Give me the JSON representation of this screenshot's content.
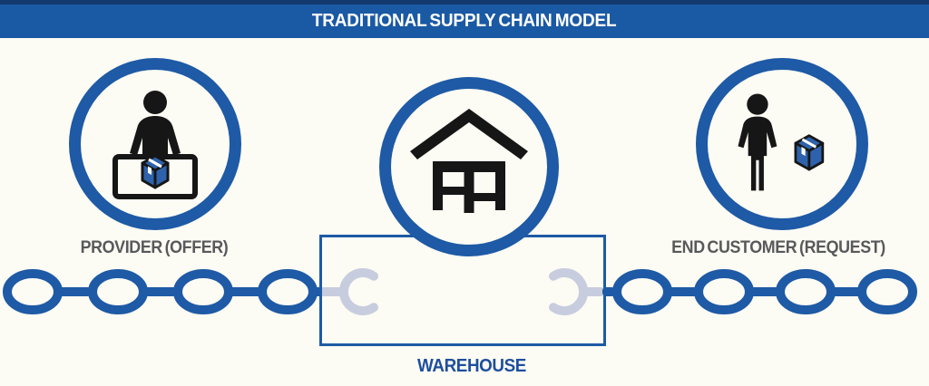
{
  "title": "TRADITIONAL SUPPLY CHAIN MODEL",
  "nodes": {
    "provider": {
      "label": "PROVIDER (OFFER)",
      "icon": "person-at-counter-with-box-icon"
    },
    "warehouse": {
      "label": "WAREHOUSE",
      "icon": "warehouse-building-icon"
    },
    "end_customer": {
      "label": "END CUSTOMER (REQUEST)",
      "icon": "person-with-box-icon"
    }
  },
  "chain": {
    "left_closed_links": 4,
    "right_closed_links": 4,
    "open_links_inside_warehouse": 2
  },
  "colors": {
    "banner_blue": "#1a59a4",
    "banner_dark": "#123a6e",
    "chain_blue": "#1e5aa5",
    "broken_link_gray": "#c7cdde",
    "label_gray": "#58595b",
    "warehouse_label_blue": "#1d4f9e",
    "icon_black": "#161616",
    "box_blue": "#2e62ad",
    "bg": "#fcfbf4"
  }
}
